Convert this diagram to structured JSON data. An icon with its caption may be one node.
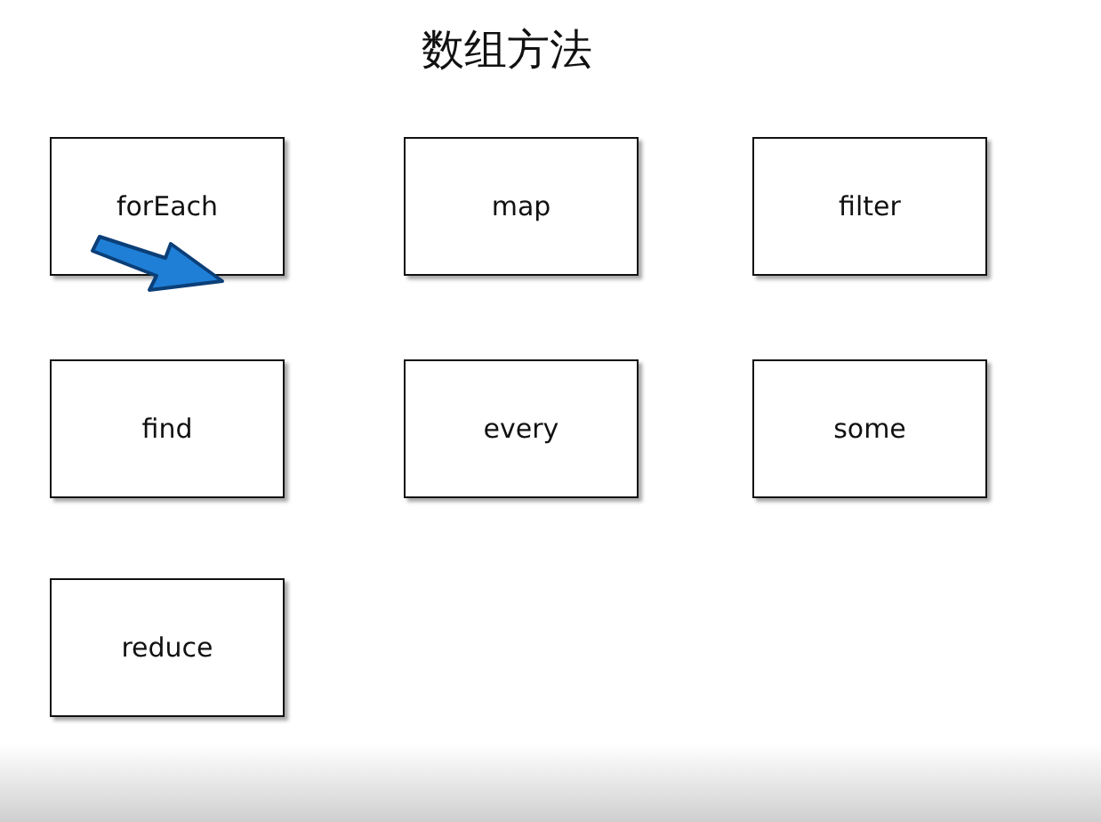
{
  "diagram": {
    "title": "数组方法",
    "nodes": [
      {
        "text": [
          "forEach"
        ]
      },
      {
        "text": [
          "map"
        ]
      },
      {
        "text": [
          "filter"
        ]
      },
      {
        "text": [
          "find"
        ]
      },
      {
        "text": [
          "every"
        ]
      },
      {
        "text": [
          "some"
        ]
      },
      {
        "text": [
          "reduce"
        ]
      }
    ]
  }
}
